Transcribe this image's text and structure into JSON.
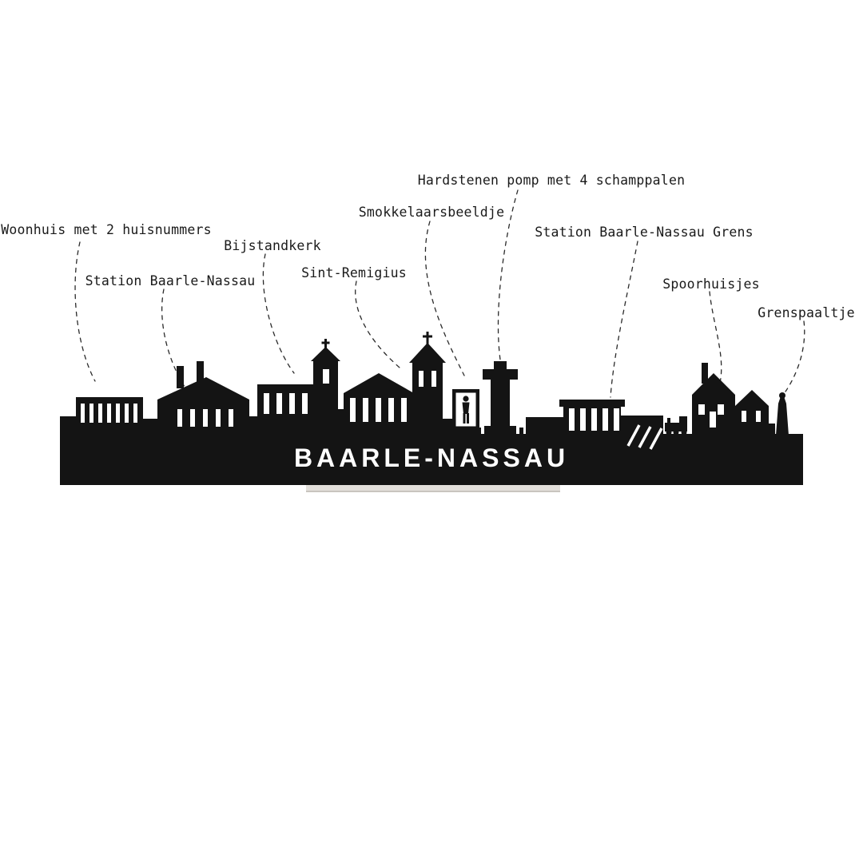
{
  "skyline": {
    "title": "BAARLE-NASSAU"
  },
  "labels": [
    {
      "id": "hardstenen-pomp",
      "text": "Hardstenen pomp met 4 schamppalen"
    },
    {
      "id": "smokkelaarsbeeldje",
      "text": "Smokkelaarsbeeldje"
    },
    {
      "id": "woonhuis",
      "text": "Woonhuis met 2 huisnummers"
    },
    {
      "id": "station-grens",
      "text": "Station Baarle-Nassau Grens"
    },
    {
      "id": "bijstandkerk",
      "text": "Bijstandkerk"
    },
    {
      "id": "sint-remigius",
      "text": "Sint-Remigius"
    },
    {
      "id": "station-bn",
      "text": "Station Baarle-Nassau"
    },
    {
      "id": "spoorhuisjes",
      "text": "Spoorhuisjes"
    },
    {
      "id": "grenspaaltje",
      "text": "Grenspaaltje"
    }
  ],
  "colors": {
    "silhouette": "#141414",
    "background": "#ffffff",
    "stand": "#e3e0db",
    "leader_line": "#2a2a2a",
    "label_text": "#1a1a1a"
  }
}
